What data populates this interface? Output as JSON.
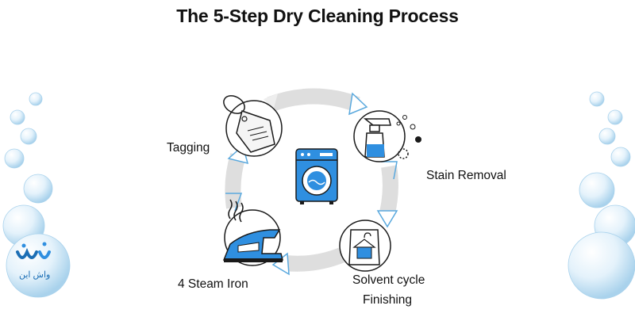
{
  "title": "The 5-Step Dry Cleaning Process",
  "steps": [
    {
      "label": "Tagging",
      "icon": "tag-icon"
    },
    {
      "label": "Stain Removal",
      "icon": "spray-bottle-icon"
    },
    {
      "label": "Solvent cycle",
      "icon": "garment-bag-icon"
    },
    {
      "label": "Finishing",
      "icon": "garment-bag-icon"
    },
    {
      "label": "4 Steam Iron",
      "icon": "steam-iron-icon"
    }
  ],
  "center_icon": "washing-machine-icon",
  "logo": {
    "icon": "wash-logo-icon",
    "text": "واش این"
  },
  "colors": {
    "accent": "#2f8fe0",
    "ring": "#dedede",
    "arrow_outline": "#5aa9de",
    "icon_stroke": "#1a1a1a",
    "bubble": "#c9e4f4"
  }
}
